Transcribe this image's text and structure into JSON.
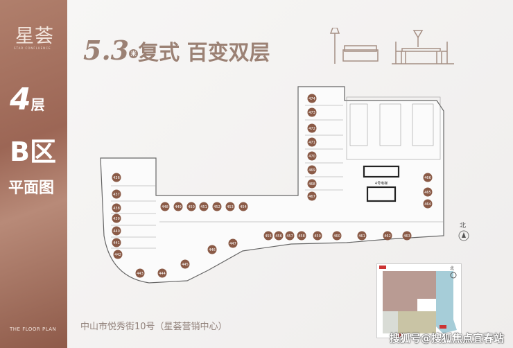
{
  "sidebar": {
    "logo": "星荟",
    "logo_sub": "STAR CONFLUENCE",
    "floor_num": "4",
    "floor_unit": "层",
    "zone": "B区",
    "plan_label": "平面图",
    "footer": "THE FLOOR PLAN"
  },
  "header": {
    "height_num": "5.3",
    "height_unit": "米",
    "title": "复式 百变双层"
  },
  "plan": {
    "elevator_label": "4号电梯",
    "north_label": "北",
    "units": [
      "436",
      "437",
      "438",
      "439",
      "440",
      "441",
      "442",
      "443",
      "444",
      "445",
      "446",
      "447",
      "448",
      "449",
      "450",
      "451",
      "452",
      "453",
      "454",
      "455",
      "456",
      "457",
      "458",
      "459",
      "460",
      "461",
      "462",
      "463",
      "464",
      "465",
      "466",
      "467",
      "468",
      "469",
      "470",
      "471",
      "472",
      "473",
      "474"
    ],
    "unit_color": "#8a5a46"
  },
  "footer": {
    "address": "中山市悦秀街10号（星荟营销中心）"
  },
  "minimap": {
    "north_label": "北"
  },
  "watermark": "搜狐号@搜狐焦点宜春站"
}
